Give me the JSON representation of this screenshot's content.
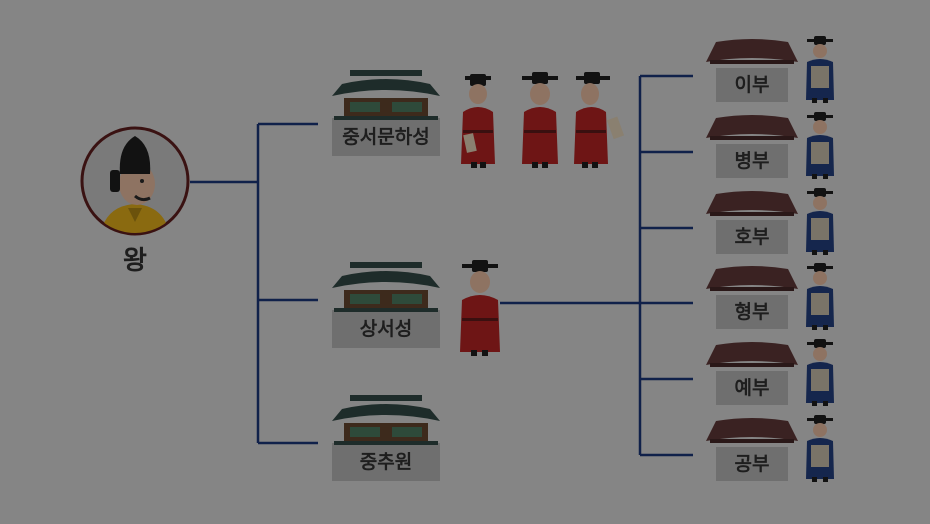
{
  "king": {
    "label": "왕"
  },
  "offices": [
    {
      "label": "중서문하성"
    },
    {
      "label": "상서성"
    },
    {
      "label": "중추원"
    }
  ],
  "ministries": [
    {
      "label": "이부"
    },
    {
      "label": "병부"
    },
    {
      "label": "호부"
    },
    {
      "label": "형부"
    },
    {
      "label": "예부"
    },
    {
      "label": "공부"
    }
  ],
  "colors": {
    "background": "#858585",
    "line": "#10214a",
    "label_box": "#6f6f6f",
    "roof": "#1e2c2a",
    "red_robe": "#6e1515",
    "blue_robe": "#15264d",
    "king_robe": "#8a6a10"
  }
}
